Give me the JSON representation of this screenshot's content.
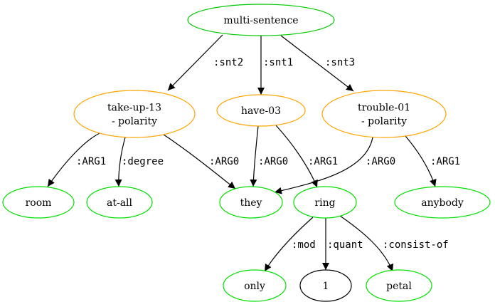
{
  "colors": {
    "root": "#00c800",
    "predicate": "#ffa500",
    "concept": "#00e000",
    "constant": "#000000",
    "edge": "#000000"
  },
  "nodes": [
    {
      "id": "ms",
      "lines": [
        "multi-sentence"
      ],
      "kind": "root"
    },
    {
      "id": "take",
      "lines": [
        "take-up-13",
        "- polarity"
      ],
      "kind": "predicate"
    },
    {
      "id": "have",
      "lines": [
        "have-03"
      ],
      "kind": "predicate"
    },
    {
      "id": "trouble",
      "lines": [
        "trouble-01",
        "- polarity"
      ],
      "kind": "predicate"
    },
    {
      "id": "room",
      "lines": [
        "room"
      ],
      "kind": "concept"
    },
    {
      "id": "atall",
      "lines": [
        "at-all"
      ],
      "kind": "concept"
    },
    {
      "id": "they",
      "lines": [
        "they"
      ],
      "kind": "concept"
    },
    {
      "id": "ring",
      "lines": [
        "ring"
      ],
      "kind": "concept"
    },
    {
      "id": "anybody",
      "lines": [
        "anybody"
      ],
      "kind": "concept"
    },
    {
      "id": "only",
      "lines": [
        "only"
      ],
      "kind": "concept"
    },
    {
      "id": "one",
      "lines": [
        "1"
      ],
      "kind": "constant"
    },
    {
      "id": "petal",
      "lines": [
        "petal"
      ],
      "kind": "concept"
    }
  ],
  "edges": [
    {
      "from": "ms",
      "to": "take",
      "label": ":snt2"
    },
    {
      "from": "ms",
      "to": "have",
      "label": ":snt1"
    },
    {
      "from": "ms",
      "to": "trouble",
      "label": ":snt3"
    },
    {
      "from": "take",
      "to": "room",
      "label": ":ARG1"
    },
    {
      "from": "take",
      "to": "atall",
      "label": ":degree"
    },
    {
      "from": "take",
      "to": "they",
      "label": ":ARG0"
    },
    {
      "from": "have",
      "to": "they",
      "label": ":ARG0"
    },
    {
      "from": "have",
      "to": "ring",
      "label": ":ARG1"
    },
    {
      "from": "trouble",
      "to": "they",
      "label": ":ARG0"
    },
    {
      "from": "trouble",
      "to": "anybody",
      "label": ":ARG1"
    },
    {
      "from": "ring",
      "to": "only",
      "label": ":mod"
    },
    {
      "from": "ring",
      "to": "one",
      "label": ":quant"
    },
    {
      "from": "ring",
      "to": "petal",
      "label": ":consist-of"
    }
  ]
}
